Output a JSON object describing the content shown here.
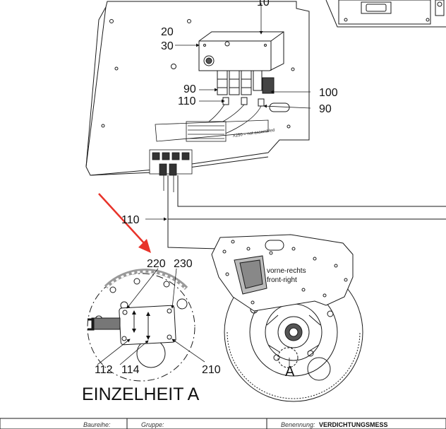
{
  "callouts": {
    "c_top": "10",
    "c20": "20",
    "c30": "30",
    "c90_left": "90",
    "c110_upper": "110",
    "c100": "100",
    "c90_right": "90",
    "c110_lower": "110",
    "c220": "220",
    "c230": "230",
    "c112": "112",
    "c114": "114",
    "c210": "210",
    "cA": "A"
  },
  "labels": {
    "position_de": "vorne-rechts",
    "position_en": "front-right",
    "detail_title": "EINZELHEIT A",
    "wiring_note": "X250 = not assembled"
  },
  "title_block": {
    "field1_label": "Baureihe:",
    "field2_label": "Gruppe:",
    "field3_label": "Benennung:",
    "field3_value": "VERDICHTUNGSMESS"
  },
  "colors": {
    "annotation_arrow": "#e8332a",
    "line": "#1a1a1a"
  }
}
